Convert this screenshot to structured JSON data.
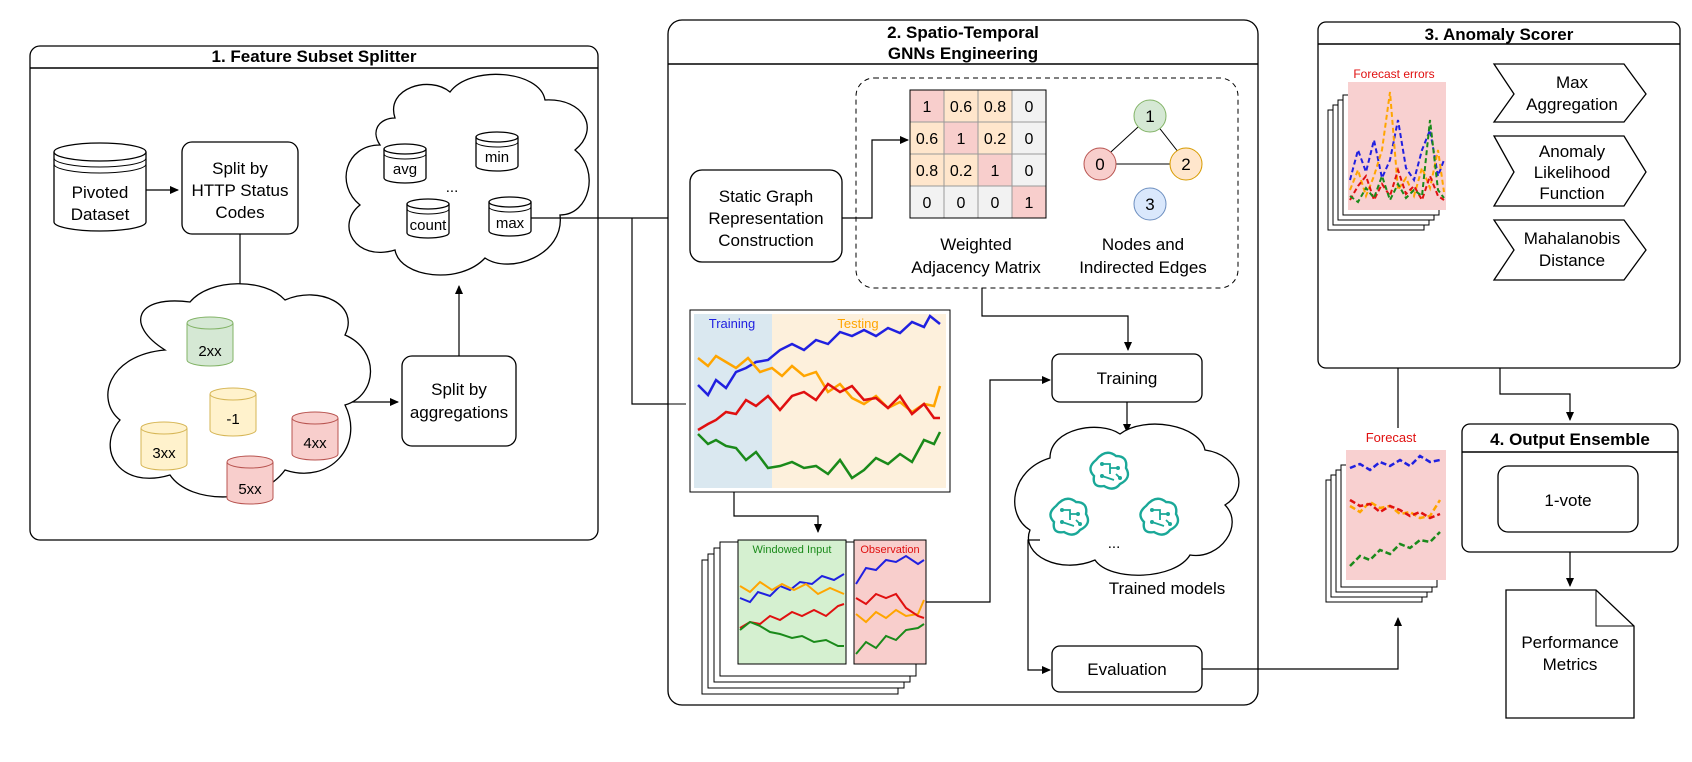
{
  "panel1": {
    "title": "1. Feature Subset Splitter",
    "pivoted": [
      "Pivoted",
      "Dataset"
    ],
    "split_http": [
      "Split by",
      "HTTP Status",
      "Codes"
    ],
    "split_agg": [
      "Split by",
      "aggregations"
    ],
    "status_codes": [
      "2xx",
      "-1",
      "3xx",
      "4xx",
      "5xx"
    ],
    "aggregations": [
      "avg",
      "min",
      "...",
      "count",
      "max"
    ]
  },
  "panel2": {
    "title": [
      "2. Spatio-Temporal",
      "GNNs Engineering"
    ],
    "static_graph": [
      "Static Graph",
      "Representation",
      "Construction"
    ],
    "matrix": [
      [
        "1",
        "0.6",
        "0.8",
        "0"
      ],
      [
        "0.6",
        "1",
        "0.2",
        "0"
      ],
      [
        "0.8",
        "0.2",
        "1",
        "0"
      ],
      [
        "0",
        "0",
        "0",
        "1"
      ]
    ],
    "matrix_label": [
      "Weighted",
      "Adjacency Matrix"
    ],
    "nodes": [
      "1",
      "0",
      "2",
      "3"
    ],
    "nodes_label": [
      "Nodes and",
      "Indirected Edges"
    ],
    "chart_training": "Training",
    "chart_testing": "Testing",
    "windowed_input": "Windowed Input",
    "observation": "Observation",
    "training": "Training",
    "ellipsis": "...",
    "trained_models": "Trained models",
    "evaluation": "Evaluation"
  },
  "panel3": {
    "title": "3. Anomaly Scorer",
    "forecast_errors": "Forecast errors",
    "scorers": [
      [
        "Max",
        "Aggregation"
      ],
      [
        "Anomaly",
        "Likelihood",
        "Function"
      ],
      [
        "Mahalanobis",
        "Distance"
      ]
    ]
  },
  "forecast": "Forecast",
  "panel4": {
    "title": "4. Output Ensemble",
    "vote": "1-vote",
    "metrics": [
      "Performance",
      "Metrics"
    ]
  },
  "colors": {
    "green": "#d5e8d4",
    "green_stroke": "#82b366",
    "yellow": "#fff2cc",
    "yellow_stroke": "#d6b656",
    "red": "#f8cecc",
    "red_stroke": "#b85450",
    "blue": "#dae8fc",
    "blue_stroke": "#6c8ebf",
    "orange": "#ffe6cc",
    "orange_stroke": "#d79b00",
    "teal": "#1aa898",
    "series": [
      "#2020e0",
      "#ffa500",
      "#e01010",
      "#1a8a1a"
    ]
  }
}
